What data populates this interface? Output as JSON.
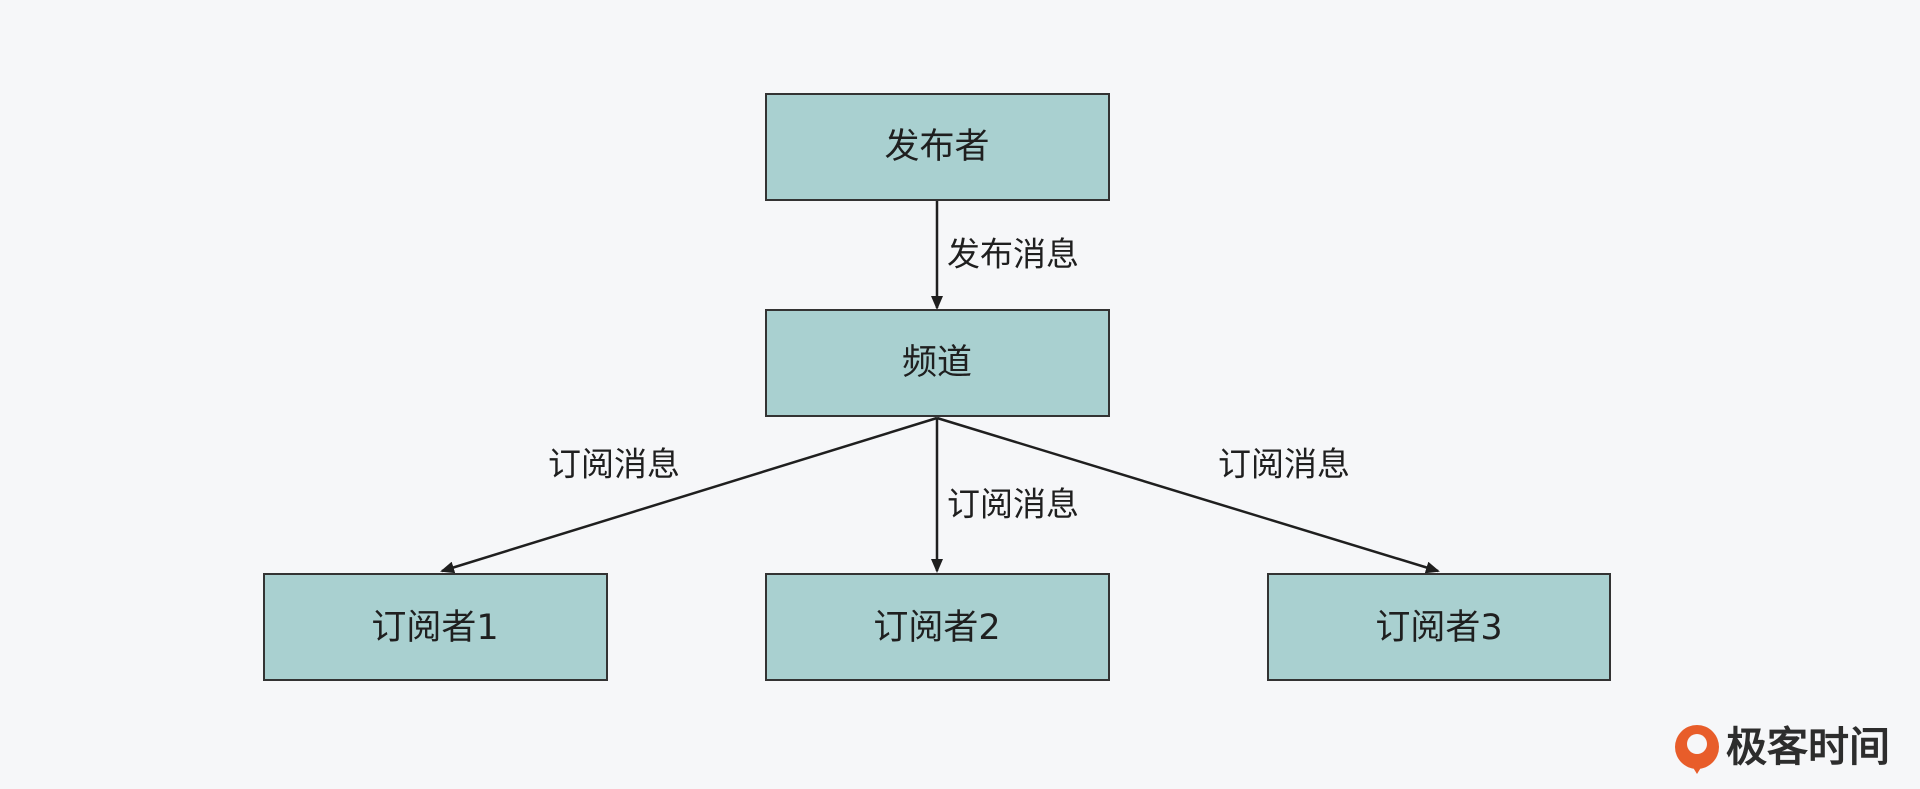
{
  "nodes": {
    "publisher": "发布者",
    "channel": "频道",
    "subscriber1": "订阅者1",
    "subscriber2": "订阅者2",
    "subscriber3": "订阅者3"
  },
  "edges": {
    "publish": "发布消息",
    "subscribe_left": "订阅消息",
    "subscribe_middle": "订阅消息",
    "subscribe_right": "订阅消息"
  },
  "brand": {
    "name": "极客时间",
    "accent_color": "#e85d2a"
  },
  "colors": {
    "node_fill": "#a9d0d0",
    "node_border": "#333333",
    "edge": "#1f1f1f",
    "background": "#f6f7f9"
  }
}
